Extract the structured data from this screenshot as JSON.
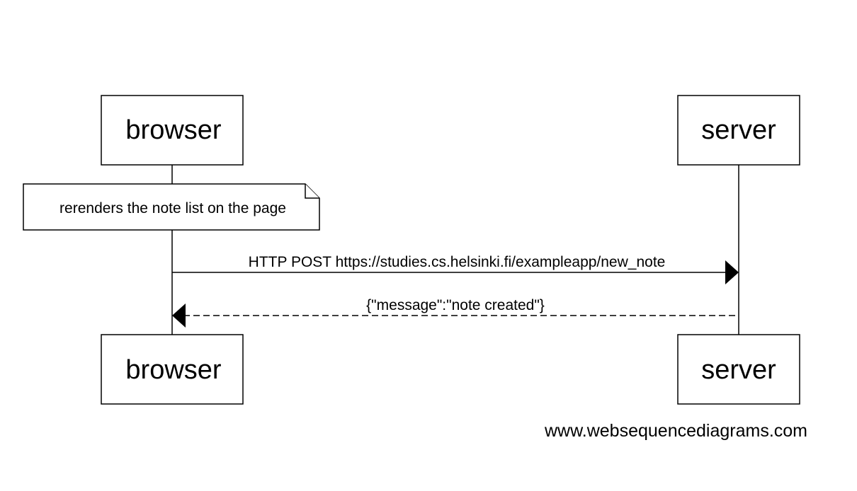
{
  "participants": {
    "browser": {
      "label": "browser"
    },
    "server": {
      "label": "server"
    }
  },
  "note": {
    "text": "rerenders the note list on the page"
  },
  "messages": [
    {
      "from": "browser",
      "to": "server",
      "label": "HTTP POST https://studies.cs.helsinki.fi/exampleapp/new_note",
      "style": "solid"
    },
    {
      "from": "server",
      "to": "browser",
      "label": "{\"message\":\"note created\"}",
      "style": "dashed"
    }
  ],
  "watermark": "www.websequencediagrams.com"
}
